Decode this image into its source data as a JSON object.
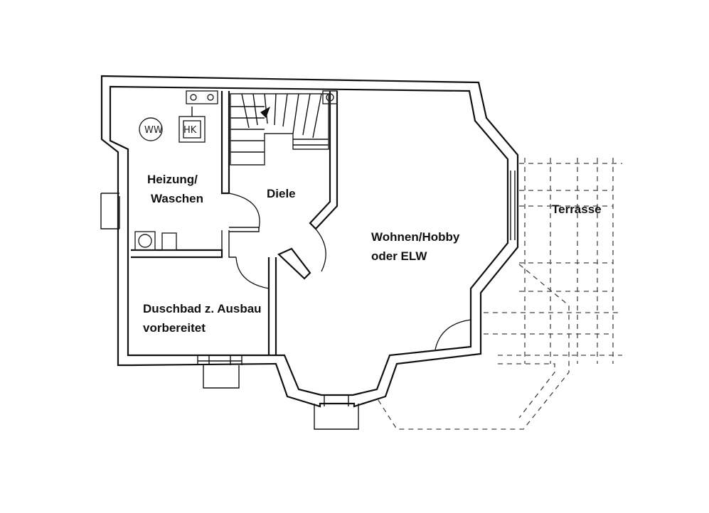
{
  "rooms": {
    "heizung_line1": "Heizung/",
    "heizung_line2": "Waschen",
    "diele": "Diele",
    "wohnen_line1": "Wohnen/Hobby",
    "wohnen_line2": "oder ELW",
    "terrasse": "Terrasse",
    "bad_line1": "Duschbad z. Ausbau",
    "bad_line2": "vorbereitet"
  },
  "fixtures": {
    "ww": "WW",
    "hk": "HK"
  }
}
